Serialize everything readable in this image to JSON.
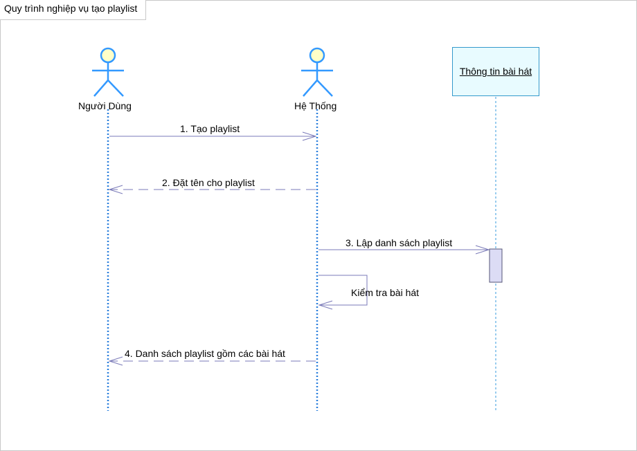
{
  "diagram": {
    "title": "Quy trình nghiệp vụ tạo playlist"
  },
  "participants": [
    {
      "id": "user",
      "kind": "actor",
      "label": "Người Dùng"
    },
    {
      "id": "system",
      "kind": "actor",
      "label": "Hệ Thống"
    },
    {
      "id": "songinfo",
      "kind": "object",
      "label": "Thông tin bài hát"
    }
  ],
  "messages": [
    {
      "label": "1. Tạo playlist",
      "from": "user",
      "to": "system",
      "style": "solid"
    },
    {
      "label": "2. Đặt tên cho playlist",
      "from": "system",
      "to": "user",
      "style": "dashed"
    },
    {
      "label": "3. Lập danh sách playlist",
      "from": "system",
      "to": "songinfo",
      "style": "solid"
    },
    {
      "label": "Kiểm tra bài hát",
      "from": "system",
      "to": "system",
      "style": "self"
    },
    {
      "label": "4. Danh sách playlist gồm các bài hát",
      "from": "system",
      "to": "user",
      "style": "dashed"
    }
  ],
  "colors": {
    "actor": "#3399ff",
    "actor_head_fill": "#ffffc8",
    "lifeline": "#2a7fdc",
    "message_line": "#7a7ab8",
    "activation_fill": "#dcdcf5",
    "object_fill": "#e8fbff",
    "object_border": "#3399cc"
  }
}
